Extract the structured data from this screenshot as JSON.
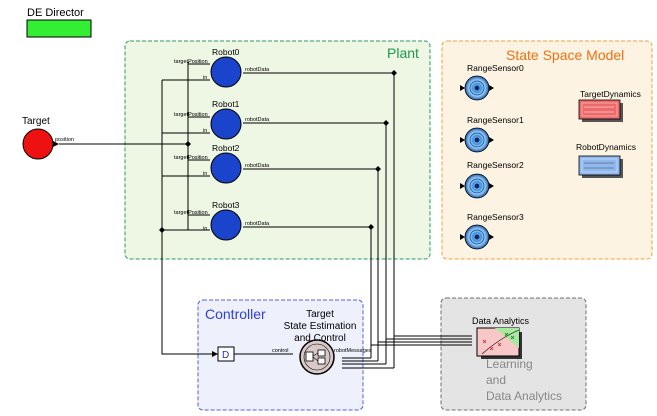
{
  "director": {
    "label": "DE Director",
    "color": "#33ee33"
  },
  "regions": {
    "plant": {
      "title": "Plant",
      "title_color": "#1a9a4a",
      "border_color": "#2a9a60",
      "fill": "#eef6e4"
    },
    "state_space": {
      "title": "State Space Model",
      "title_color": "#f07010",
      "border_color": "#f0a040",
      "fill": "#fdf3e2"
    },
    "controller": {
      "title": "Controller",
      "title_color": "#3040d0",
      "border_color": "#5060e0",
      "fill": "#eef0fc"
    },
    "analytics": {
      "title_lines": [
        "Learning",
        "and",
        "Data Analytics"
      ],
      "title_color": "#888888",
      "border_color": "#707070",
      "fill": "#e4e4e4"
    }
  },
  "target": {
    "label": "Target",
    "port": "position",
    "color": "#ee1111"
  },
  "robots": [
    {
      "label": "Robot0",
      "in_port_1": "targetPosition",
      "in_port_2": "in",
      "out_port": "robotData"
    },
    {
      "label": "Robot1",
      "in_port_1": "targetPosition",
      "in_port_2": "in",
      "out_port": "robotData"
    },
    {
      "label": "Robot2",
      "in_port_1": "targetPosition",
      "in_port_2": "in",
      "out_port": "robotData"
    },
    {
      "label": "Robot3",
      "in_port_1": "targetPosition",
      "in_port_2": "in",
      "out_port": "robotData"
    }
  ],
  "robot_color": "#1a44cc",
  "sensors": [
    "RangeSensor0",
    "RangeSensor1",
    "RangeSensor2",
    "RangeSensor3"
  ],
  "dynamics": [
    {
      "label": "TargetDynamics",
      "color": "#ee6a6a"
    },
    {
      "label": "RobotDynamics",
      "color": "#8eb8ee"
    }
  ],
  "estimator": {
    "title_lines": [
      "Target",
      "State Estimation",
      "and Control"
    ],
    "out_port": "control",
    "in_port": "robotMessages"
  },
  "delay": {
    "label": "D"
  },
  "data_analytics": {
    "label": "Data Analytics"
  }
}
